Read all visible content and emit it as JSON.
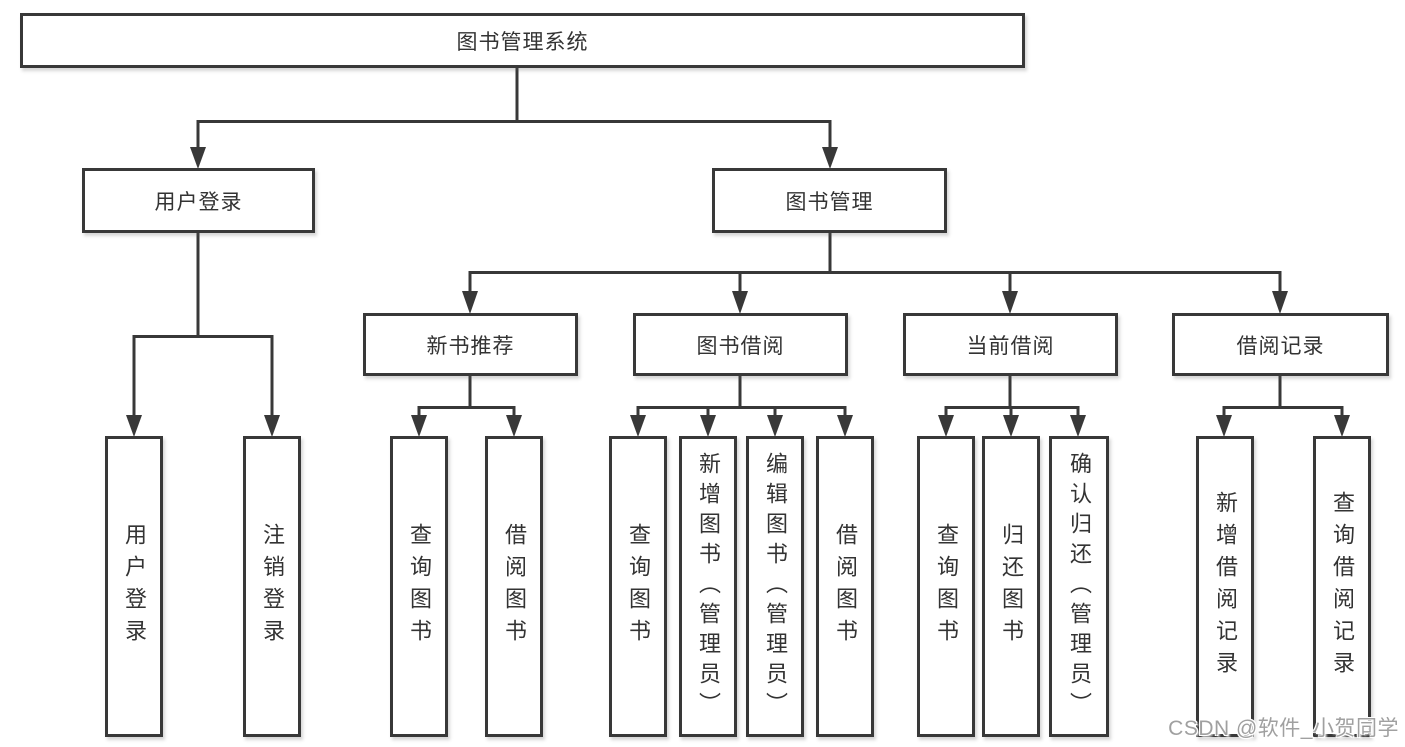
{
  "colors": {
    "background": "#ffffff",
    "line": "#383838",
    "box_border": "#383838",
    "text": "#333333",
    "watermark_text": "#a0a0a0"
  },
  "nodes": {
    "root": {
      "label": "图书管理系统"
    },
    "level2": [
      {
        "label": "用户登录"
      },
      {
        "label": "图书管理"
      }
    ],
    "level3": [
      {
        "label": "新书推荐",
        "parent": "图书管理"
      },
      {
        "label": "图书借阅",
        "parent": "图书管理"
      },
      {
        "label": "当前借阅",
        "parent": "图书管理"
      },
      {
        "label": "借阅记录",
        "parent": "图书管理"
      }
    ],
    "leaves": [
      {
        "label": "用户登录",
        "parent": "用户登录"
      },
      {
        "label": "注销登录",
        "parent": "用户登录"
      },
      {
        "label": "查询图书",
        "parent": "新书推荐"
      },
      {
        "label": "借阅图书",
        "parent": "新书推荐"
      },
      {
        "label": "查询图书",
        "parent": "图书借阅"
      },
      {
        "label": "新增图书（管理员）",
        "parent": "图书借阅"
      },
      {
        "label": "编辑图书（管理员）",
        "parent": "图书借阅"
      },
      {
        "label": "借阅图书",
        "parent": "图书借阅"
      },
      {
        "label": "查询图书",
        "parent": "当前借阅"
      },
      {
        "label": "归还图书",
        "parent": "当前借阅"
      },
      {
        "label": "确认归还（管理员）",
        "parent": "当前借阅"
      },
      {
        "label": "新增借阅记录",
        "parent": "借阅记录"
      },
      {
        "label": "查询借阅记录",
        "parent": "借阅记录"
      }
    ]
  },
  "watermark": {
    "text": "CSDN @软件_小贺同学"
  }
}
